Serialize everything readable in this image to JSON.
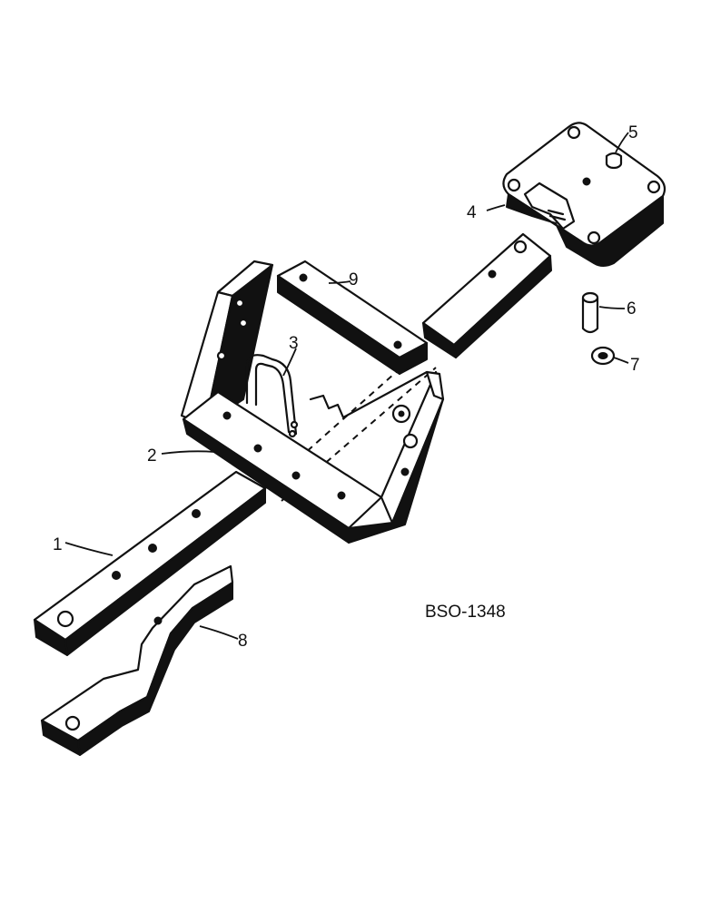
{
  "drawing": {
    "reference_code": "BSO-1348",
    "callouts": [
      "1",
      "2",
      "3",
      "4",
      "5",
      "6",
      "7",
      "8",
      "9"
    ]
  }
}
